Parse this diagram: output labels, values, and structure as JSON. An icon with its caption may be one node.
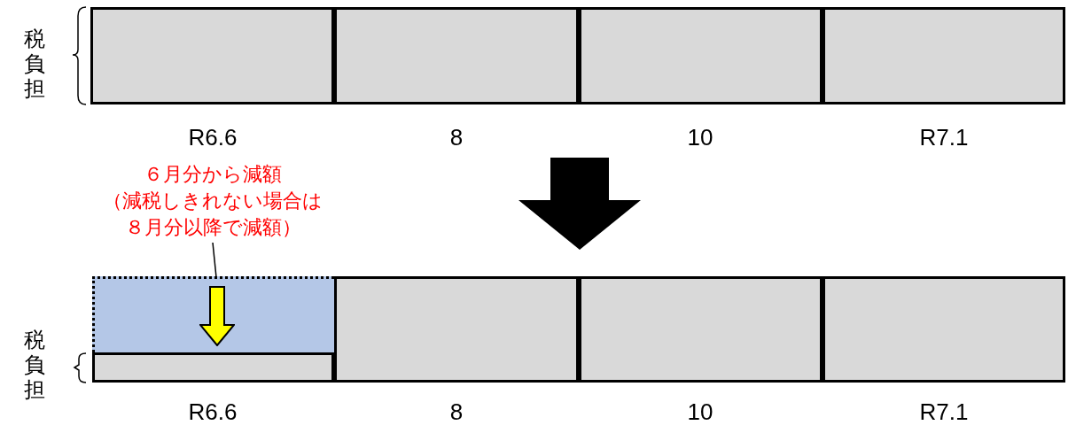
{
  "diagram": {
    "nodes": [
      {
        "text": [],
        "shape": "box"
      },
      {
        "text": [],
        "shape": "box"
      },
      {
        "text": [],
        "shape": "box"
      },
      {
        "text": [],
        "shape": "box"
      },
      {
        "text": [
          "６月分から減額（減税しきれない場合は８月分以降で減額）"
        ]
      },
      {
        "text": [],
        "shape": "box"
      },
      {
        "text": [],
        "shape": "arrow",
        "in": 5
      },
      {
        "text": [],
        "shape": "box"
      },
      {
        "text": [],
        "shape": "box"
      },
      {
        "text": [],
        "shape": "box"
      },
      {
        "text": [],
        "shape": "box"
      }
    ],
    "edges": [
      {
        "from": 4,
        "to": 6,
        "arrow": "none"
      }
    ],
    "labels": [
      "税負担",
      "R6.6",
      "8",
      "10",
      "R7.1",
      "税負担",
      "R6.6",
      "8",
      "10",
      "R7.1"
    ]
  }
}
